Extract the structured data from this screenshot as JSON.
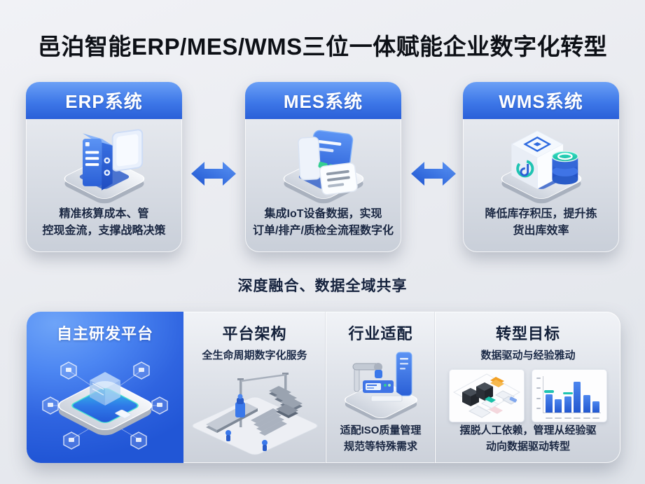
{
  "page": {
    "title": "邑泊智能ERP/MES/WMS三位一体赋能企业数字化转型",
    "fusion_caption": "深度融合、数据全域共享"
  },
  "colors": {
    "header_blue_top": "#6ba0f6",
    "header_blue_bottom": "#2a5fd8",
    "arrow_blue": "#2e6be6",
    "rd_panel_blue": "#2f64e0",
    "teal_accent": "#1fc4b2",
    "text_dark": "#16233e"
  },
  "system_cards": [
    {
      "title": "ERP系统",
      "icon": "erp-server-icon",
      "lines": [
        "精准核算成本、管",
        "控现金流，支撑战略决策"
      ]
    },
    {
      "title": "MES系统",
      "icon": "mes-documents-icon",
      "lines": [
        "集成IoT设备数据，实现",
        "订单/排产/质检全流程数字化"
      ]
    },
    {
      "title": "WMS系统",
      "icon": "wms-cube-database-icon",
      "lines": [
        "降低库存积压，提升拣",
        "货出库效率"
      ]
    }
  ],
  "bottom_panel": {
    "columns": [
      {
        "title": "自主研发平台",
        "icon": "rd-platform-chip-icon"
      },
      {
        "title": "平台架构",
        "subtitle": "全生命周期数字化服务",
        "icon": "factory-production-line-icon"
      },
      {
        "title": "行业适配",
        "icon": "robot-arm-equipment-icon",
        "lines": [
          "适配ISO质量管理",
          "规范等特殊需求"
        ]
      },
      {
        "title": "转型目标",
        "subtitle": "数据驱动与经验雅动",
        "images": [
          "logistics-boxes-illustration",
          "bar-chart-illustration"
        ],
        "lines": [
          "摆脱人工依赖，管理从经验驱",
          "动向数据驱动转型"
        ]
      }
    ]
  },
  "chart_data": {
    "type": "bar",
    "values": [
      52,
      38,
      47,
      88,
      50,
      32
    ],
    "highlight_mark_indices": [
      0,
      2
    ],
    "bar_color": "#2e6be4",
    "highlight_color": "#1fc4b2",
    "ylim": [
      0,
      100
    ],
    "legend": "none",
    "grid": false
  }
}
